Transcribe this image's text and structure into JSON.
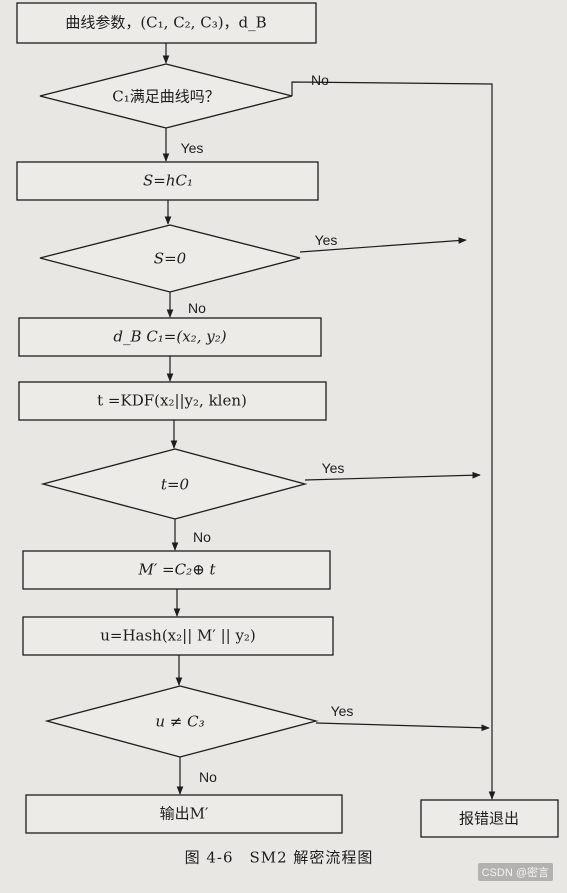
{
  "nodes": {
    "input": "曲线参数，(C₁, C₂, C₃)，d_B",
    "check_curve": "C₁满足曲线吗？",
    "compute_s": "S=hC₁",
    "s_zero": "S=0",
    "point": "d_B C₁=(x₂, y₂)",
    "kdf": "t =KDF(x₂||y₂, klen)",
    "t_zero": "t=0",
    "message": "M′ =C₂⊕ t",
    "hash": "u=Hash(x₂|| M′ || y₂)",
    "compare": "u ≠ C₃",
    "output": "输出M′",
    "error": "报错退出"
  },
  "edges": {
    "check_no": "No",
    "check_yes": "Yes",
    "s_yes": "Yes",
    "s_no": "No",
    "t_yes": "Yes",
    "t_no": "No",
    "u_yes": "Yes",
    "u_no": "No"
  },
  "caption": "图 4-6　SM2 解密流程图",
  "watermark": "CSDN @密言",
  "colors": {
    "line": "#1e1d1c",
    "box_fill": "#ecebe8"
  }
}
